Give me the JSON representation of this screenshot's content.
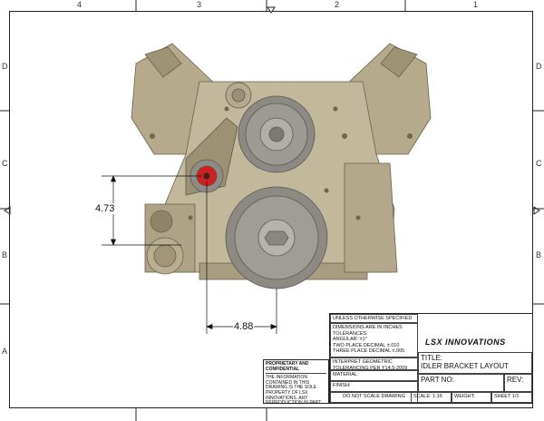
{
  "sheet": {
    "column_labels": [
      "4",
      "3",
      "2",
      "1"
    ],
    "row_labels": [
      "D",
      "C",
      "B",
      "A"
    ]
  },
  "dimensions": {
    "vertical": "4.73",
    "horizontal": "4.88"
  },
  "title_block": {
    "unless": "UNLESS OTHERWISE SPECIFIED",
    "tolerances": [
      "DIMENSIONS ARE IN INCHES",
      "TOLERANCES:",
      "ANGULAR: ±1°",
      "TWO PLACE DECIMAL    ±.010",
      "THREE PLACE DECIMAL  ±.005"
    ],
    "interpret": "INTERPRET GEOMETRIC TOLERANCING PER Y14.5-2009",
    "material_label": "MATERIAL:",
    "finish_label": "FINISH:",
    "no_scale": "DO NOT SCALE DRAWING",
    "logo_text": "LSX INNOVATIONS",
    "title_label": "TITLE:",
    "title": "IDLER BRACKET LAYOUT",
    "part_no_label": "PART NO:",
    "rev_label": "REV:",
    "scale_label": "SCALE: 1:16",
    "weight_label": "WEIGHT:",
    "sheet_label": "SHEET 1/1"
  },
  "proprietary": {
    "heading": "PROPRIETARY AND CONFIDENTIAL",
    "text": "THE INFORMATION CONTAINED IN THIS DRAWING IS THE SOLE PROPERTY OF LSX INNOVATIONS. ANY REPRODUCTION IN PART OR AS A WHOLE WITHOUT PERMISSION OF LSX INNOVATIONS IS PROHIBITED."
  },
  "colors": {
    "engine": "#b5aa8c",
    "engine_dark": "#7d7258",
    "pulley": "#8d8a84",
    "idler_red": "#d41e1e",
    "logo_red": "#c8202a"
  }
}
